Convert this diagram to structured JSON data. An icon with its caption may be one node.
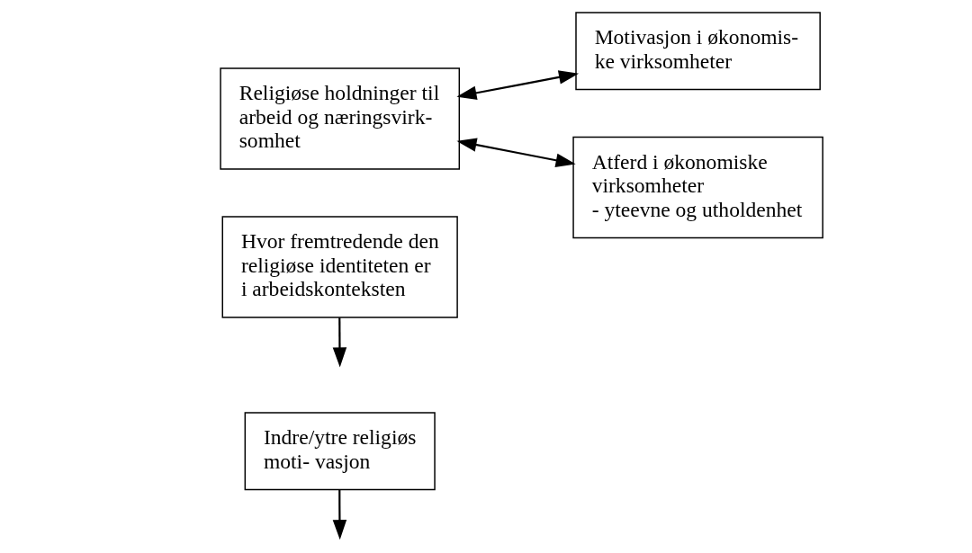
{
  "diagram": {
    "nodes": [
      {
        "text": [
          "Hvor fremtredende den religiøse identiteten er i arbeidskonteksten"
        ]
      },
      {
        "text": [
          "Religiøse holdninger til arbeid og næringsvirk- somhet"
        ]
      },
      {
        "text": [
          "Motivasjon i økonomis- ke virksomheter"
        ]
      },
      {
        "text": [
          "Atferd i økonomiske virksomheter",
          "- yteevne og utholdenhet"
        ]
      },
      {
        "text": [
          "Indre/ytre religiøs moti- vasjon"
        ]
      }
    ],
    "edges": [
      {
        "from": 0,
        "to": null,
        "arrow": "to"
      },
      {
        "from": 1,
        "to": 2,
        "arrow": "both"
      },
      {
        "from": 1,
        "to": 3,
        "arrow": "both"
      },
      {
        "from": 4,
        "to": null,
        "arrow": "to"
      }
    ]
  }
}
